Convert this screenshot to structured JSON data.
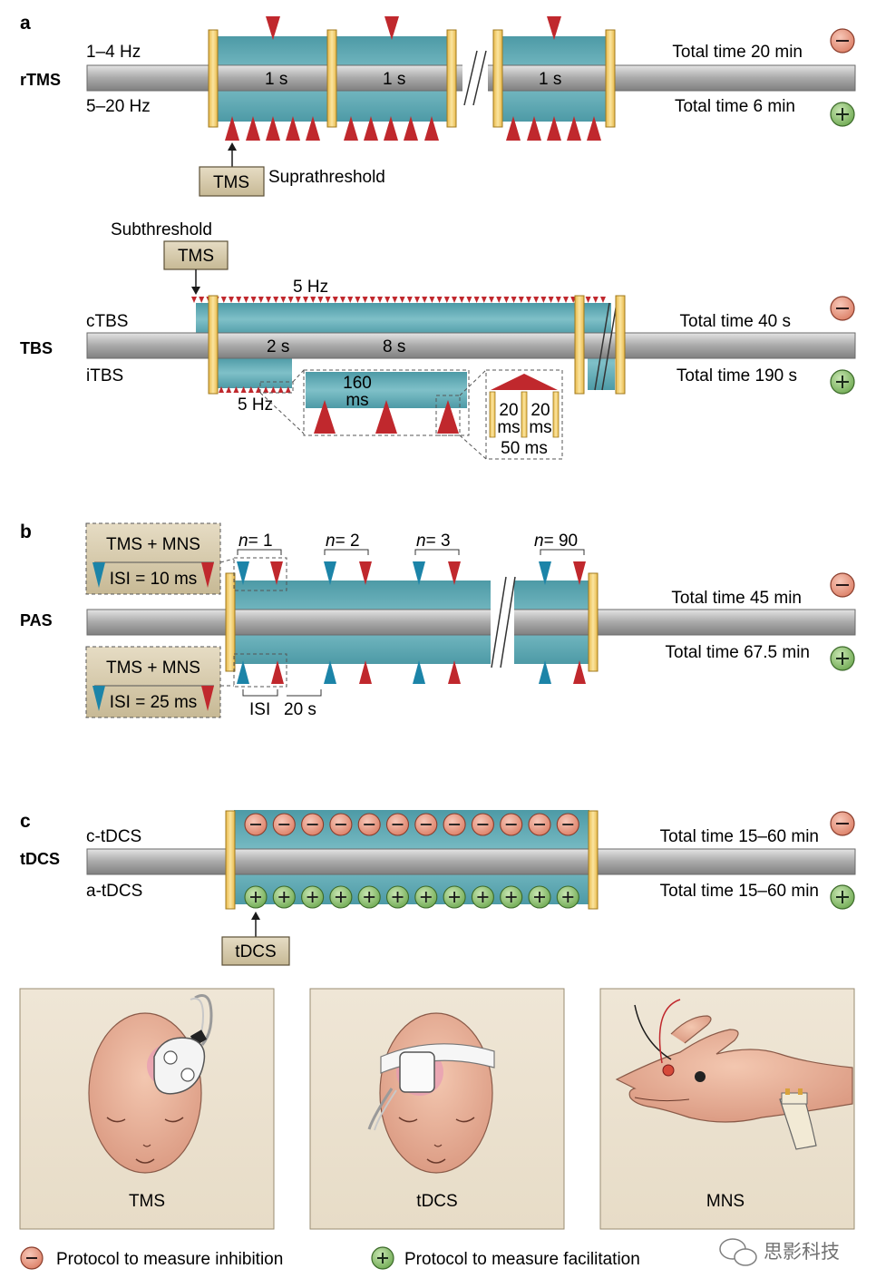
{
  "panel_a": {
    "letter": "a",
    "row_label": "rTMS",
    "freq_low": "1–4 Hz",
    "freq_high": "5–20 Hz",
    "block_label": "1 s",
    "total_inhibition": "Total time 20 min",
    "total_facilitation": "Total time 6 min",
    "tms_box": "TMS",
    "tms_caption": "Suprathreshold"
  },
  "panel_tbs": {
    "row_label": "TBS",
    "subthreshold": "Subthreshold",
    "tms_box": "TMS",
    "freq_top": "5 Hz",
    "ctbs": "cTBS",
    "itbs": "iTBS",
    "on_time": "2 s",
    "off_time": "8 s",
    "freq_bottom": "5 Hz",
    "burst_interval_num": "160",
    "burst_interval_unit": "ms",
    "pulse_gap_1_num": "20",
    "pulse_gap_1_unit": "ms",
    "pulse_gap_2_num": "20",
    "pulse_gap_2_unit": "ms",
    "burst_duration": "50 ms",
    "total_inhibition": "Total time 40 s",
    "total_facilitation": "Total time 190 s"
  },
  "panel_b": {
    "letter": "b",
    "row_label": "PAS",
    "box_top_title": "TMS + MNS",
    "box_top_isi": "ISI = 10 ms",
    "box_bottom_title": "TMS + MNS",
    "box_bottom_isi": "ISI = 25 ms",
    "n_prefix": "n",
    "pair_counts": [
      "= 1",
      "= 2",
      "= 3",
      "= 90"
    ],
    "isi_label": "ISI",
    "interval_label": "20 s",
    "total_inhibition": "Total time 45 min",
    "total_facilitation": "Total time 67.5 min"
  },
  "panel_c": {
    "letter": "c",
    "row_label": "tDCS",
    "cathodal": "c-tDCS",
    "anodal": "a-tDCS",
    "tdcs_box": "tDCS",
    "total_inhibition": "Total time 15–60 min",
    "total_facilitation": "Total time 15–60 min"
  },
  "illustrations": {
    "tms": "TMS",
    "tdcs": "tDCS",
    "mns": "MNS"
  },
  "legend": {
    "inhibition": "Protocol to measure inhibition",
    "facilitation": "Protocol to measure facilitation",
    "minus_symbol": "−",
    "plus_symbol": "+"
  },
  "watermark": "思影科技",
  "colors": {
    "teal": "#5ba7b2",
    "bar_gray": "#b0b0b0",
    "gold": "#f2d27a",
    "red_marker": "#c0282d",
    "blue_marker": "#1c84a8",
    "box_tan": "#d9cdb3",
    "minus_fill": "#e8957e",
    "plus_fill": "#8cc070"
  }
}
